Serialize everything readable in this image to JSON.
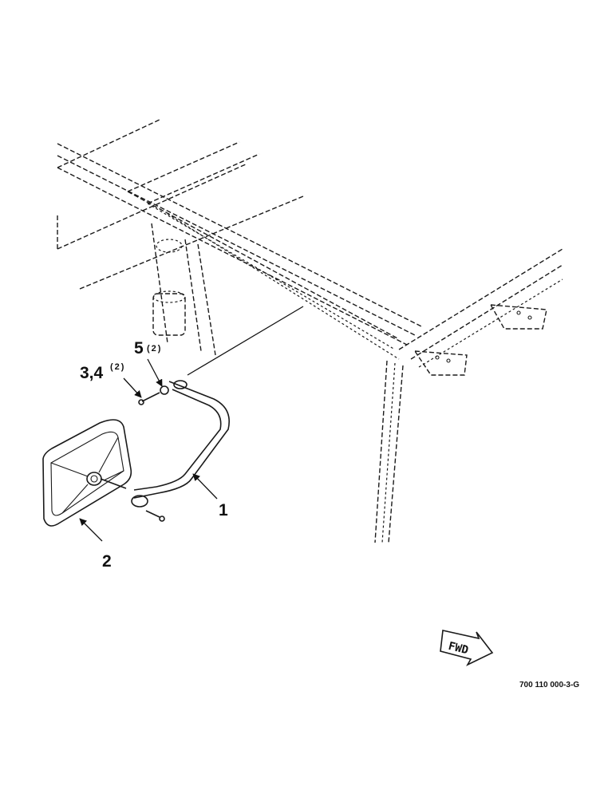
{
  "callouts": {
    "item_1": "1",
    "item_2": "2",
    "item_34": "3,4",
    "item_34_qty": "(2)",
    "item_5": "5",
    "item_5_qty": "(2)"
  },
  "fwd_label": "FWD",
  "figure_code": "700 110 000-3-G"
}
